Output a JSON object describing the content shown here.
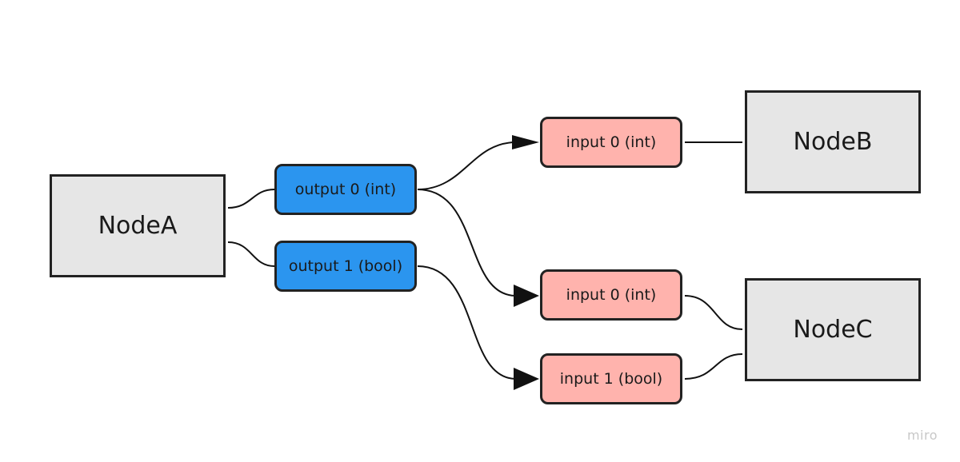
{
  "nodes": {
    "node_a": "NodeA",
    "node_b": "NodeB",
    "node_c": "NodeC"
  },
  "ports": {
    "a_output_0": "output 0 (int)",
    "a_output_1": "output 1 (bool)",
    "b_input_0": "input 0 (int)",
    "c_input_0": "input 0 (int)",
    "c_input_1": "input 1 (bool)"
  },
  "colors": {
    "node_fill": "#e6e6e6",
    "output_port_fill": "#2b95ef",
    "input_port_fill": "#ffb3ad",
    "stroke": "#222222"
  },
  "watermark": "miro"
}
